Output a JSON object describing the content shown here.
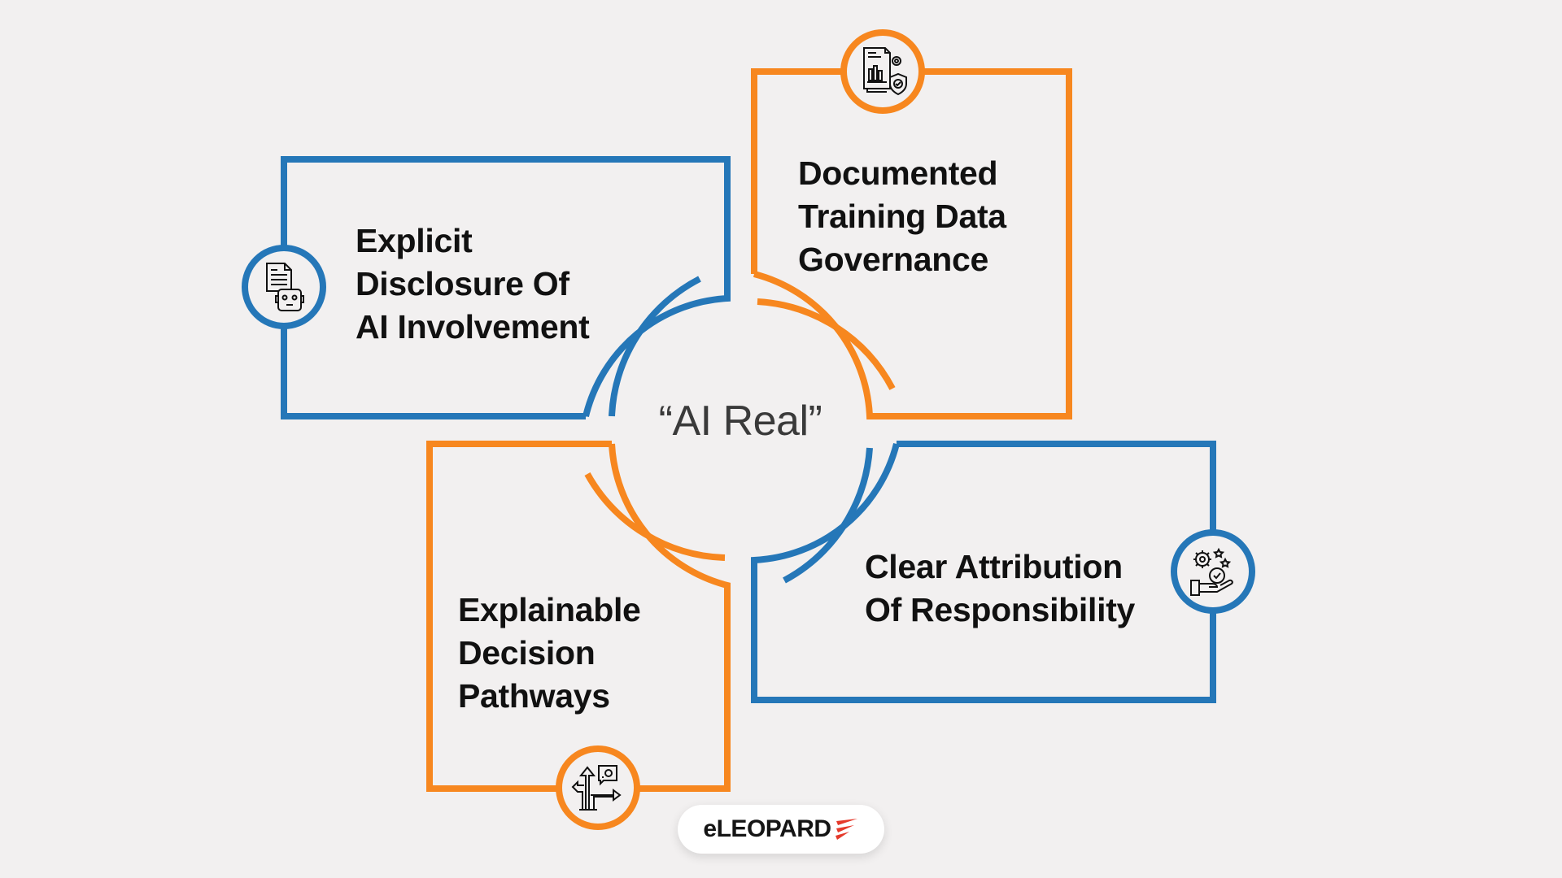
{
  "center": {
    "title": "“AI Real”"
  },
  "colors": {
    "blue": "#2577b8",
    "orange": "#f7871f",
    "text": "#111111",
    "background": "#f2f0f0"
  },
  "pillars": [
    {
      "id": "top-left",
      "color": "blue",
      "icon": "document-robot-icon",
      "lines": [
        "Explicit",
        "Disclosure Of",
        "AI Involvement"
      ]
    },
    {
      "id": "top-right",
      "color": "orange",
      "icon": "report-shield-gear-icon",
      "lines": [
        "Documented",
        "Training Data",
        "Governance"
      ]
    },
    {
      "id": "bottom-left",
      "color": "orange",
      "icon": "decision-arrows-icon",
      "lines": [
        "Explainable",
        "Decision",
        "Pathways"
      ]
    },
    {
      "id": "bottom-right",
      "color": "blue",
      "icon": "hand-gear-check-icon",
      "lines": [
        "Clear Attribution",
        "Of Responsibility"
      ]
    }
  ],
  "logo": {
    "text": "eLEOPARD",
    "accent": "#e53a2b"
  }
}
